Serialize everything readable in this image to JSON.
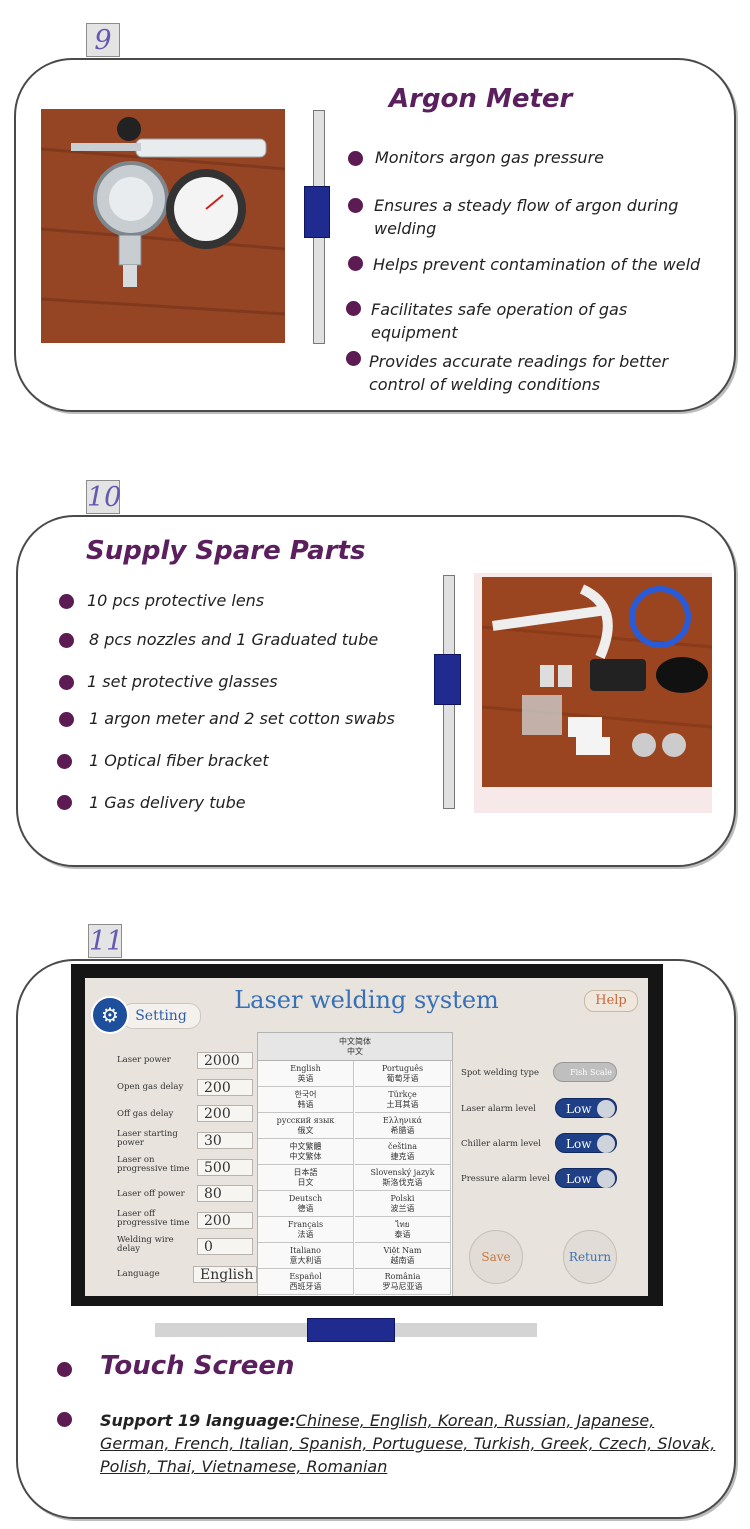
{
  "sections": [
    {
      "number": "9",
      "title": "Argon Meter",
      "bullets": [
        "Monitors argon gas pressure",
        "Ensures a steady flow of argon during welding",
        "Helps prevent contamination of the weld",
        "Facilitates safe operation of gas equipment",
        "Provides accurate readings for better control of welding conditions"
      ]
    },
    {
      "number": "10",
      "title": "Supply Spare Parts",
      "bullets": [
        "10 pcs protective lens",
        "8 pcs nozzles and 1 Graduated tube",
        "1 set protective glasses",
        "1 argon meter and 2 set cotton swabs",
        "1 Optical fiber bracket",
        "1 Gas delivery tube"
      ]
    },
    {
      "number": "11",
      "title": "Touch Screen",
      "support_label": "Support 19 language:",
      "support_languages": "Chinese, English, Korean, Russian, Japanese, German, French, Italian, Spanish, Portuguese, Turkish, Greek, Czech, Slovak, Polish, Thai, Vietnamese, Romanian"
    }
  ],
  "touchscreen": {
    "title": "Laser welding system",
    "help": "Help",
    "setting": "Setting",
    "params": [
      {
        "label": "Laser power",
        "value": "2000"
      },
      {
        "label": "Open gas delay",
        "value": "200"
      },
      {
        "label": "Off gas delay",
        "value": "200"
      },
      {
        "label": "Laser starting power",
        "value": "30"
      },
      {
        "label": "Laser on progressive time",
        "value": "500"
      },
      {
        "label": "Laser off power",
        "value": "80"
      },
      {
        "label": "Laser off progressive time",
        "value": "200"
      },
      {
        "label": "Welding wire delay",
        "value": "0"
      },
      {
        "label": "Language",
        "value": "English"
      }
    ],
    "lang_header": "中文简体\n中文",
    "languages": [
      [
        "English\n英语",
        "Português\n葡萄牙语"
      ],
      [
        "한국어\n韩语",
        "Türkçe\n土耳其语"
      ],
      [
        "русский язык\n俄文",
        "Ελληνικά\n希腊语"
      ],
      [
        "中文繁體\n中文繁体",
        "čeština\n捷克语"
      ],
      [
        "日本語\n日文",
        "Slovenský jazyk\n斯洛伐克语"
      ],
      [
        "Deutsch\n德语",
        "Polski\n波兰语"
      ],
      [
        "Français\n法语",
        "ไทย\n泰语"
      ],
      [
        "Italiano\n意大利语",
        "Việt Nam\n越南语"
      ],
      [
        "Español\n西班牙语",
        "România\n罗马尼亚语"
      ]
    ],
    "right": {
      "spot_label": "Spot welding type",
      "spot_value": "Fish Scale",
      "laser_alarm_label": "Laser alarm level",
      "laser_alarm_value": "Low",
      "chiller_alarm_label": "Chiller alarm level",
      "chiller_alarm_value": "Low",
      "pressure_alarm_label": "Pressure alarm level",
      "pressure_alarm_value": "Low",
      "save": "Save",
      "return": "Return"
    }
  }
}
